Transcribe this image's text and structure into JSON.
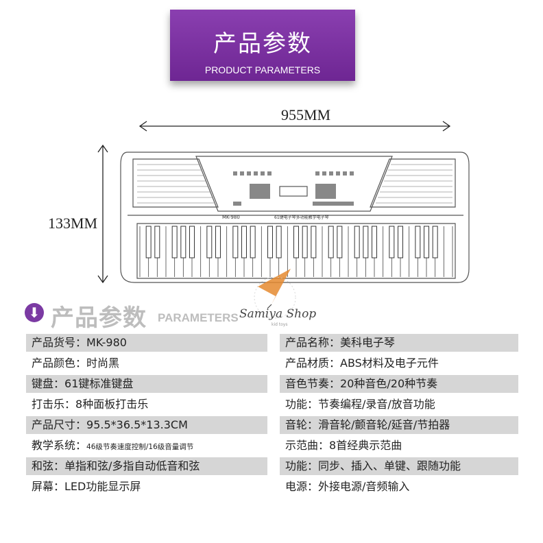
{
  "banner": {
    "title_cn": "产品参数",
    "title_en": "PRODUCT PARAMETERS"
  },
  "dimensions": {
    "width_label": "955MM",
    "height_label": "133MM"
  },
  "keyboard": {
    "model_label": "MK-980",
    "panel_label": "61键电子琴多功能教学电子琴"
  },
  "section": {
    "title_cn": "产品参数",
    "title_en": "PARAMETERS"
  },
  "watermark": {
    "brand": "Samiya Shop",
    "sub": "kid toys"
  },
  "params": {
    "left": [
      {
        "prefix": "产品货号：",
        "value": "MK-980"
      },
      {
        "prefix": "产品颜色：",
        "value": "时尚黑"
      },
      {
        "prefix": "键盘：",
        "value": "61键标准键盘"
      },
      {
        "prefix": "打击乐：",
        "value": "8种面板打击乐"
      },
      {
        "prefix": "产品尺寸：",
        "value": "95.5*36.5*13.3CM"
      },
      {
        "prefix": "教学系统：",
        "value": "46级节奏速度控制/16级音量调节"
      },
      {
        "prefix": "和弦：",
        "value": "单指和弦/多指自动低音和弦"
      },
      {
        "prefix": "屏幕：",
        "value": "LED功能显示屏"
      }
    ],
    "right": [
      {
        "prefix": "产品名称：",
        "value": "美科电子琴"
      },
      {
        "prefix": "产品材质：",
        "value": "ABS材料及电子元件"
      },
      {
        "prefix": "音色节奏：",
        "value": "20种音色/20种节奏"
      },
      {
        "prefix": "功能：",
        "value": "节奏编程/录音/放音功能"
      },
      {
        "prefix": "音轮：",
        "value": "滑音轮/颤音轮/延音/节拍器"
      },
      {
        "prefix": "示范曲：",
        "value": "8首经典示范曲"
      },
      {
        "prefix": "功能：",
        "value": "同步、插入、单键、跟随功能"
      },
      {
        "prefix": "电源：",
        "value": "外接电源/音频输入"
      }
    ]
  },
  "colors": {
    "banner": "#7b3aa3",
    "row_shade": "#d6d6d6",
    "heading_gray": "#bdbdbd"
  }
}
